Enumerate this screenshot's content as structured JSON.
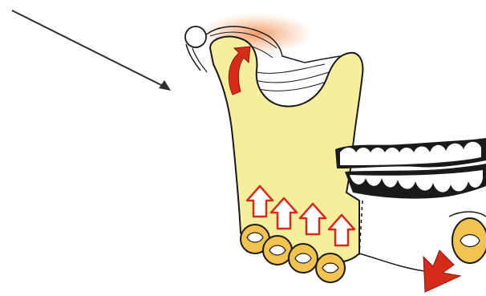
{
  "diagram": {
    "colors": {
      "bone": "#f5ee9c",
      "outline": "#1a1a1a",
      "tooth": "#ffffff",
      "tooth_root": "#f2c34e",
      "red_arrow": "#d72b1a",
      "orange_glow": "#f4a36a",
      "pointer_arrow": "#2f2f2f"
    },
    "arrows": {
      "upward_hollow_count": 4,
      "downward_solid_count": 1,
      "curved_condyle_count": 1
    }
  }
}
